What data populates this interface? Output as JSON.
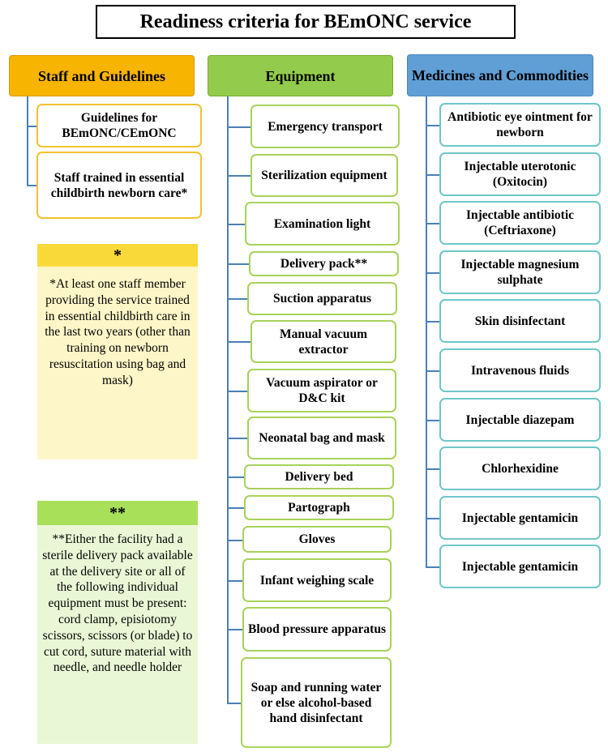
{
  "title": "Readiness criteria for BEmONC service",
  "staff": {
    "header": "Staff and Guidelines",
    "items": [
      "Guidelines for BEmONC/CEmONC",
      "Staff trained in essential childbirth newborn care*"
    ]
  },
  "equipment": {
    "header": "Equipment",
    "items": [
      "Emergency transport",
      "Sterilization equipment",
      "Examination light",
      "Delivery pack**",
      "Suction apparatus",
      "Manual vacuum extractor",
      "Vacuum aspirator or D&C kit",
      "Neonatal bag and mask",
      "Delivery bed",
      "Partograph",
      "Gloves",
      "Infant weighing scale",
      "Blood pressure apparatus",
      "Soap and running water or else alcohol-based hand disinfectant"
    ]
  },
  "medicines": {
    "header": "Medicines and Commodities",
    "items": [
      "Antibiotic eye ointment for newborn",
      "Injectable uterotonic (Oxitocin)",
      "Injectable antibiotic (Ceftriaxone)",
      "Injectable magnesium sulphate",
      "Skin disinfectant",
      "Intravenous fluids",
      "Injectable diazepam",
      "Chlorhexidine",
      "Injectable gentamicin",
      "Injectable gentamicin"
    ]
  },
  "notes": {
    "star_mark": "*",
    "star_text": "*At least one staff member providing the service trained in essential childbirth care in the last two years (other than training on newborn resuscitation using bag and mask)",
    "double_star_mark": "**",
    "double_star_text": "**Either the facility had a sterile delivery pack available at the delivery site or all of the following individual equipment must be present: cord clamp, episiotomy scissors, scissors (or blade) to cut cord, suture material with needle, and needle holder"
  },
  "colors": {
    "staff_header": "#f7b400",
    "equipment_header": "#93cc4c",
    "medicines_header": "#5f9fd6",
    "connector": "#4a7fb8",
    "note1_bg": "#fdf6c8",
    "note2_bg": "#eaf7d6"
  }
}
